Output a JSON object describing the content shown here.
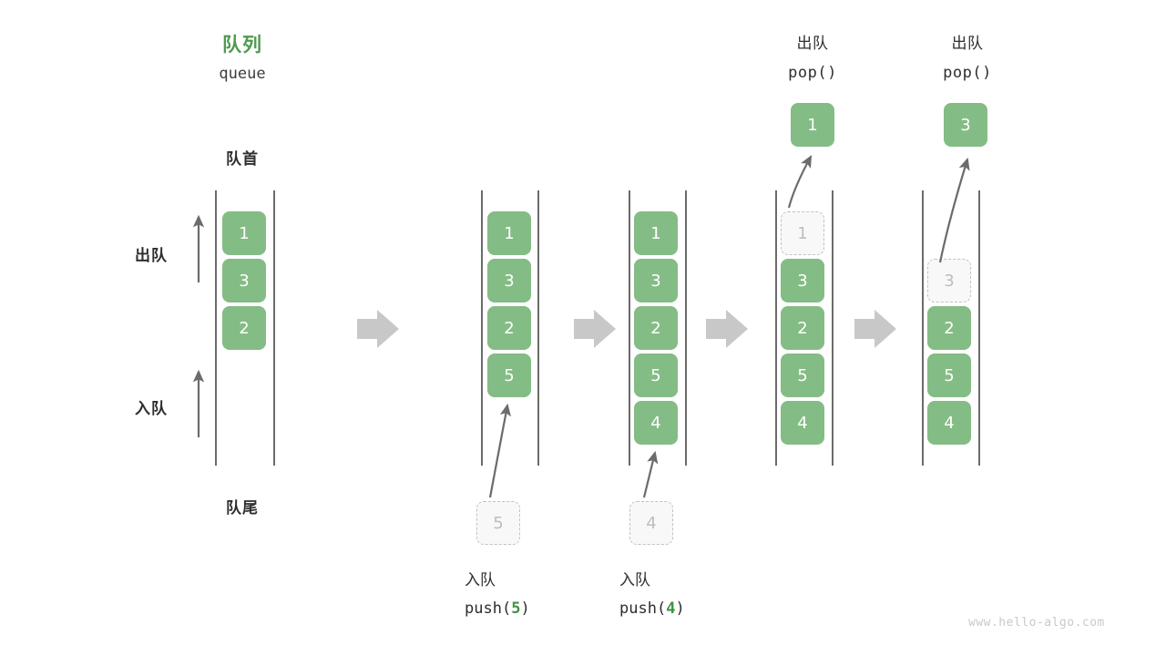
{
  "header": {
    "title_cn": "队列",
    "title_en": "queue",
    "front_label": "队首",
    "rear_label": "队尾",
    "dequeue_label": "出队",
    "enqueue_label": "入队"
  },
  "colors": {
    "accent_green": "#4e9a51",
    "cell_green": "#84bc85",
    "ghost_fill": "#f8f8f8",
    "ghost_border": "#c2c2c2",
    "rail": "#6b6b6b",
    "block_arrow": "#c8c8c8",
    "text": "#2e2e2e",
    "watermark": "#c9c9c9"
  },
  "watermark": "www.hello-algo.com",
  "steps": [
    {
      "id": "initial",
      "cells": [
        "1",
        "3",
        "2"
      ],
      "ghost_index": null,
      "head_cn": "",
      "head_code": "",
      "caption_cn": "",
      "caption_code": "",
      "caption_num": "",
      "popped_value": "",
      "incoming_value": ""
    },
    {
      "id": "push-5",
      "cells": [
        "1",
        "3",
        "2",
        "5"
      ],
      "ghost_index": null,
      "head_cn": "",
      "head_code": "",
      "caption_cn": "入队",
      "caption_code_prefix": "push(",
      "caption_num": "5",
      "caption_code_suffix": ")",
      "incoming_value": "5",
      "popped_value": ""
    },
    {
      "id": "push-4",
      "cells": [
        "1",
        "3",
        "2",
        "5",
        "4"
      ],
      "ghost_index": null,
      "head_cn": "",
      "head_code": "",
      "caption_cn": "入队",
      "caption_code_prefix": "push(",
      "caption_num": "4",
      "caption_code_suffix": ")",
      "incoming_value": "4",
      "popped_value": ""
    },
    {
      "id": "pop-1",
      "cells": [
        "1",
        "3",
        "2",
        "5",
        "4"
      ],
      "ghost_index": 0,
      "head_cn": "出队",
      "head_code": "pop()",
      "popped_value": "1",
      "caption_cn": "",
      "caption_code": "",
      "incoming_value": ""
    },
    {
      "id": "pop-3",
      "cells": [
        "",
        "3",
        "2",
        "5",
        "4"
      ],
      "ghost_index": 1,
      "head_cn": "出队",
      "head_code": "pop()",
      "popped_value": "3",
      "caption_cn": "",
      "caption_code": "",
      "incoming_value": ""
    }
  ]
}
